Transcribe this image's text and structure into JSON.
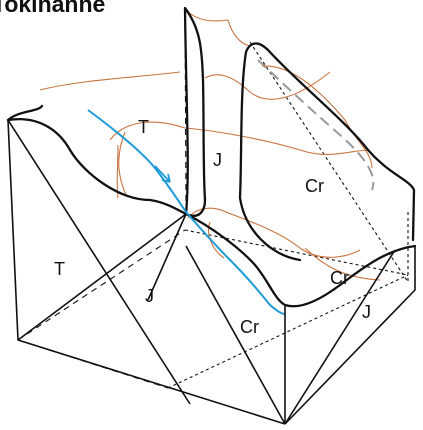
{
  "title": "Tokinanne",
  "labels": {
    "surface_t": "T",
    "surface_j": "J",
    "surface_cr": "Cr",
    "front_t": "T",
    "front_j": "J",
    "front_cr": "Cr",
    "side_cr": "Cr",
    "side_j": "J"
  },
  "colors": {
    "outline": "#111111",
    "contour": "#c8743f",
    "river": "#1e9bd7",
    "hidden_line": "#999999"
  }
}
